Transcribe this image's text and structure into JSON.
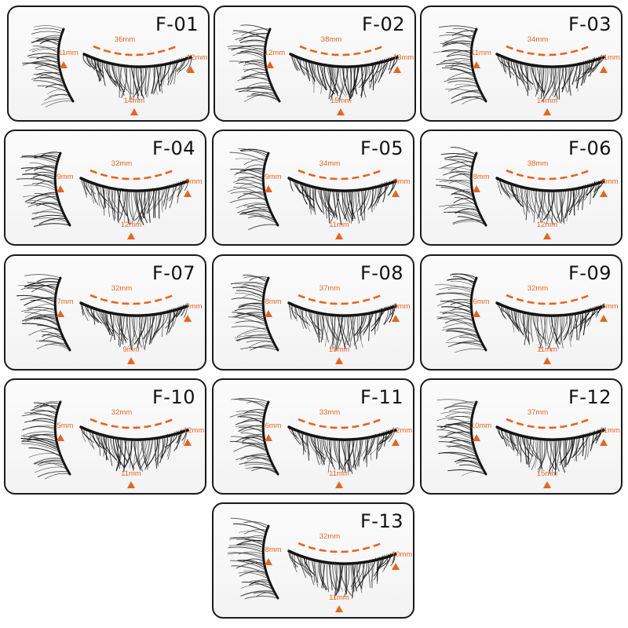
{
  "colors": {
    "accent": "#e8641d",
    "border": "#1a1a1a",
    "lash": "#141414"
  },
  "icons": {
    "marker": "triangle-marker-icon",
    "length_arc": "dashed-arc-icon"
  },
  "products": [
    {
      "code": "F-01",
      "length": "36mm",
      "left": "11mm",
      "center": "14mm",
      "right": "12mm"
    },
    {
      "code": "F-02",
      "length": "38mm",
      "left": "12mm",
      "center": "15mm",
      "right": "13mm"
    },
    {
      "code": "F-03",
      "length": "34mm",
      "left": "11mm",
      "center": "14mm",
      "right": "11mm"
    },
    {
      "code": "F-04",
      "length": "32mm",
      "left": "9mm",
      "center": "12mm",
      "right": "9mm"
    },
    {
      "code": "F-05",
      "length": "34mm",
      "left": "9mm",
      "center": "11mm",
      "right": "9mm"
    },
    {
      "code": "F-06",
      "length": "38mm",
      "left": "8mm",
      "center": "12mm",
      "right": "8mm"
    },
    {
      "code": "F-07",
      "length": "32mm",
      "left": "7mm",
      "center": "9mm",
      "right": "7mm"
    },
    {
      "code": "F-08",
      "length": "37mm",
      "left": "8mm",
      "center": "13mm",
      "right": "9mm"
    },
    {
      "code": "F-09",
      "length": "32mm",
      "left": "6mm",
      "center": "11mm",
      "right": "6mm"
    },
    {
      "code": "F-10",
      "length": "32mm",
      "left": "5mm",
      "center": "11mm",
      "right": "12mm"
    },
    {
      "code": "F-11",
      "length": "33mm",
      "left": "6mm",
      "center": "11mm",
      "right": "12mm"
    },
    {
      "code": "F-12",
      "length": "37mm",
      "left": "10mm",
      "center": "15mm",
      "right": "11mm"
    },
    {
      "code": "F-13",
      "length": "32mm",
      "left": "8mm",
      "center": "11mm",
      "right": "10mm"
    }
  ]
}
